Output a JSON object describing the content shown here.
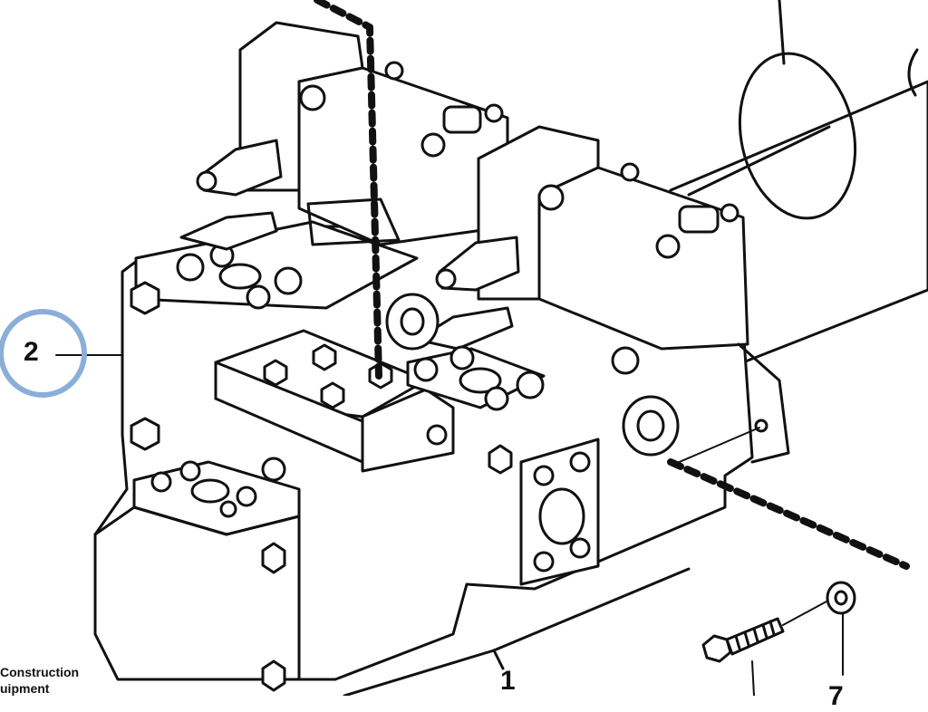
{
  "callouts": {
    "item_2": "2",
    "item_1": "1",
    "item_7": "7"
  },
  "footer": {
    "line1": "Construction",
    "line2": "uipment"
  },
  "colors": {
    "highlight_circle": "#8aaed8",
    "line": "#111111",
    "background": "#ffffff"
  }
}
